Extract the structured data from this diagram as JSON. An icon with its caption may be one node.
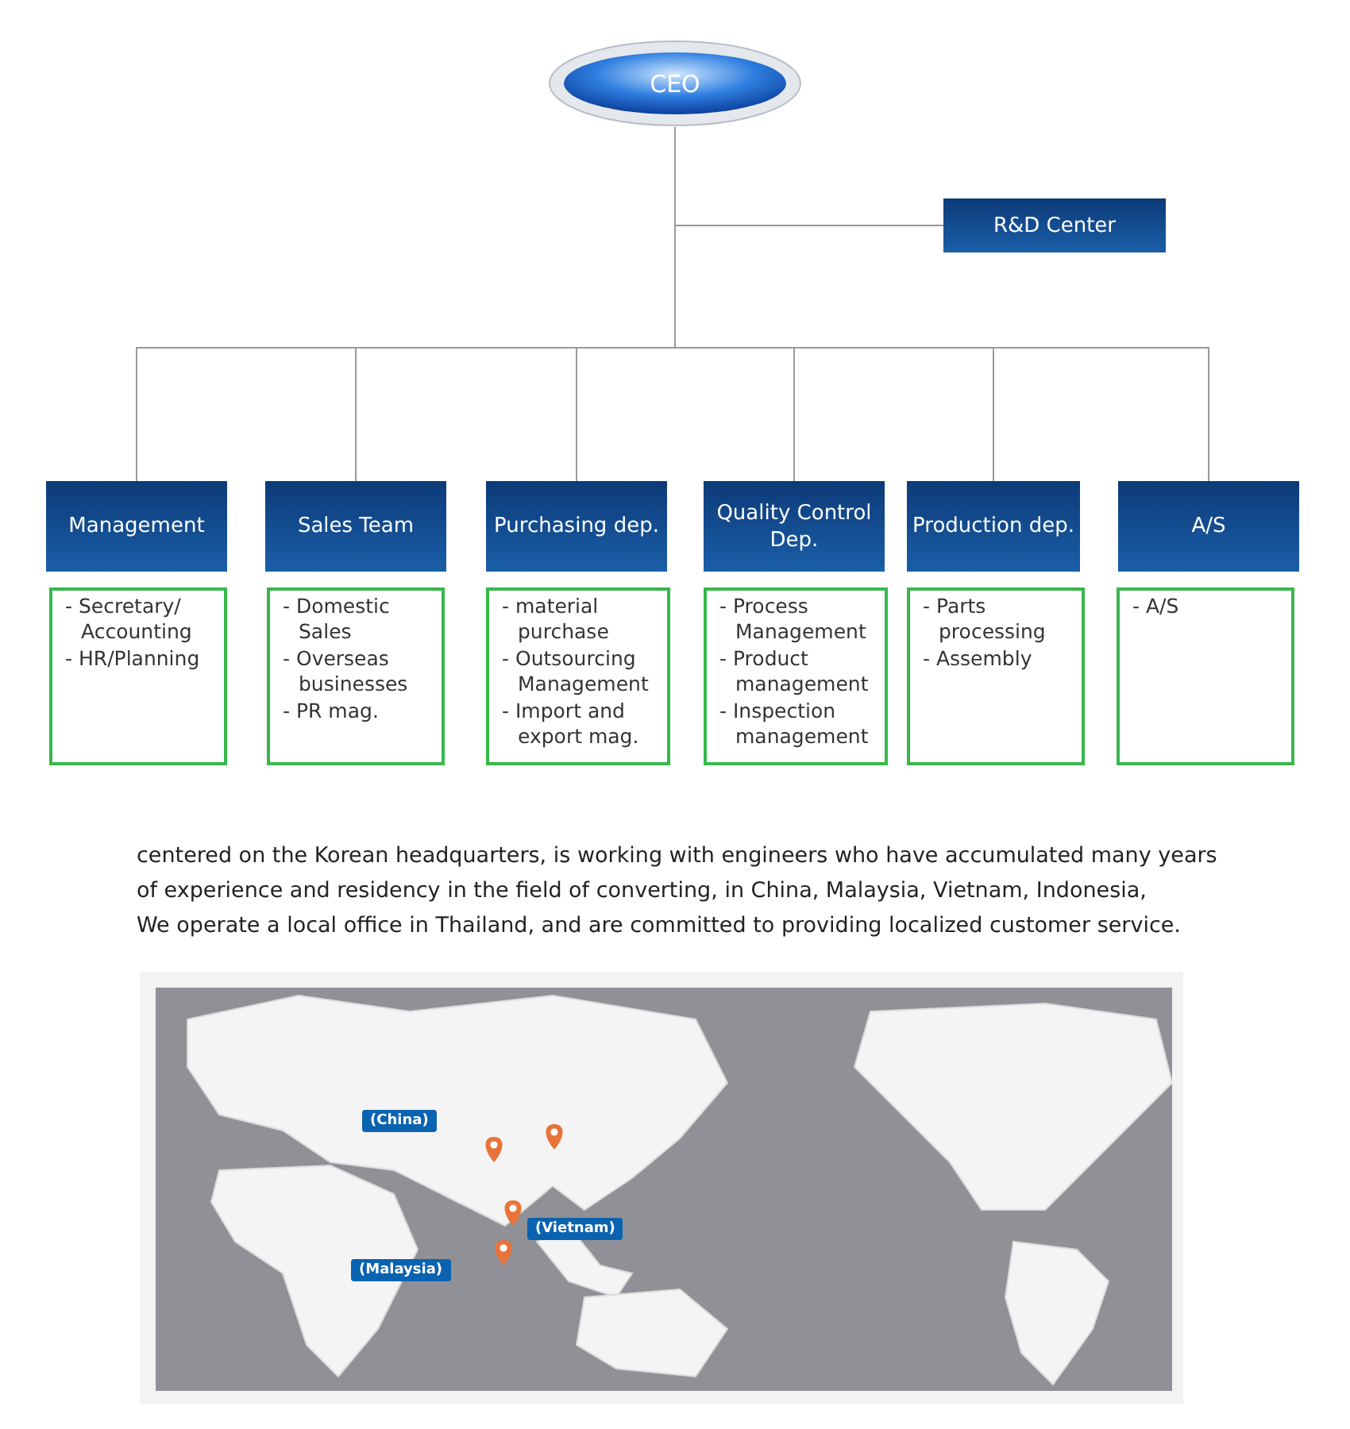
{
  "diagram": {
    "nodes": [
      {
        "text": [
          "CEO"
        ]
      },
      {
        "text": [
          "R&D Center"
        ]
      },
      {
        "text": [
          "Management"
        ]
      },
      {
        "text": [
          "- Secretary/ Accounting",
          "- HR/Planning"
        ]
      },
      {
        "text": [
          "Sales Team"
        ]
      },
      {
        "text": [
          "- Domestic Sales",
          "- Overseas businesses",
          "- PR mag."
        ]
      },
      {
        "text": [
          "Purchasing dep."
        ]
      },
      {
        "text": [
          "- material purchase",
          "- Outsourcing Management",
          "- Import and export mag."
        ]
      },
      {
        "text": [
          "Quality Control Dep."
        ]
      },
      {
        "text": [
          "- Process Management",
          "- Product management",
          "- Inspection management"
        ]
      },
      {
        "text": [
          "Production dep."
        ]
      },
      {
        "text": [
          "- Parts processing",
          "- Assembly"
        ]
      },
      {
        "text": [
          "A/S"
        ]
      },
      {
        "text": [
          "- A/S"
        ]
      },
      {
        "text": [],
        "shape": "picture"
      },
      {
        "text": [
          "(China)"
        ],
        "in": 14
      },
      {
        "text": [
          "(Vietnam)"
        ],
        "in": 14
      },
      {
        "text": [
          "(Malaysia)"
        ],
        "in": 14
      }
    ],
    "edges": [
      {
        "from": 0,
        "to": 1,
        "arrow": "none"
      },
      {
        "from": 0,
        "to": 2,
        "arrow": "none"
      },
      {
        "from": 0,
        "to": 4,
        "arrow": "none"
      },
      {
        "from": 0,
        "to": 6,
        "arrow": "none"
      },
      {
        "from": 0,
        "to": 8,
        "arrow": "none"
      },
      {
        "from": 0,
        "to": 10,
        "arrow": "none"
      },
      {
        "from": 0,
        "to": 12,
        "arrow": "none"
      }
    ],
    "labels": [
      "centered on the Korean headquarters, is working with engineers who have accumulated many years of experience and residency in the field of converting, in China, Malaysia, Vietnam, Indonesia,",
      "We operate a local office in Thailand, and are committed to providing localized customer service."
    ]
  }
}
